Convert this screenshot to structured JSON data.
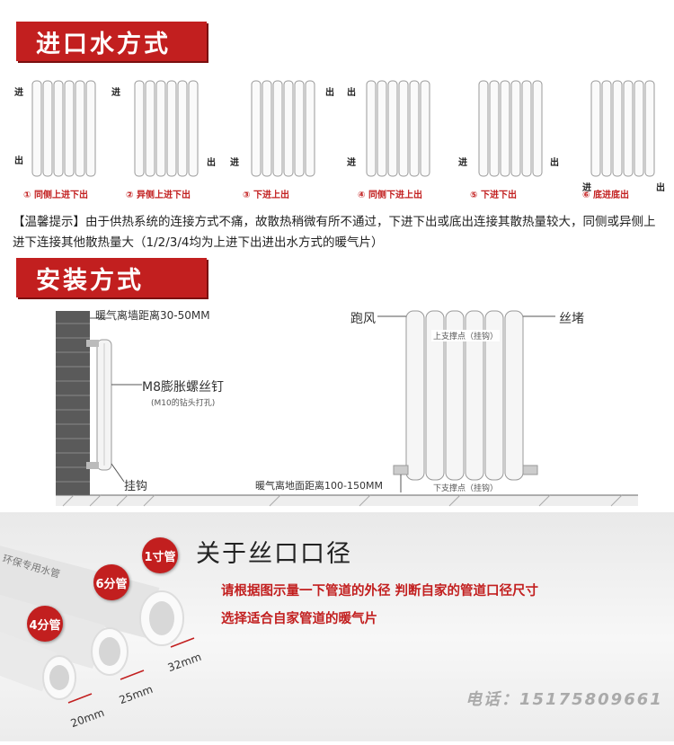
{
  "section1": {
    "title": "进口水方式"
  },
  "diagrams": [
    {
      "caption": "① 同侧上进下出",
      "top_left": "进",
      "bottom_left": "出",
      "top_right": "",
      "bottom_right": ""
    },
    {
      "caption": "② 异侧上进下出",
      "top_left": "",
      "bottom_left": "",
      "top_right": "",
      "bottom_right": "出",
      "top_left2": "进"
    },
    {
      "caption": "③ 下进上出",
      "top_left": "",
      "bottom_left": "进",
      "top_right": "出",
      "bottom_right": ""
    },
    {
      "caption": "④ 同侧下进上出",
      "top_left": "出",
      "bottom_left": "进",
      "top_right": "",
      "bottom_right": ""
    },
    {
      "caption": "⑤ 下进下出",
      "top_left": "",
      "bottom_left": "进",
      "top_right": "",
      "bottom_right": "出"
    },
    {
      "caption": "⑥ 底进底出",
      "top_left": "",
      "bottom_left": "进",
      "top_right": "",
      "bottom_right": "出"
    }
  ],
  "tip": {
    "text": "【温馨提示】由于供热系统的连接方式不痛，故散热稍微有所不通过，下进下出或底出连接其散热量较大，同侧或异侧上进下连接其他散热量大（1/2/3/4均为上进下出进出水方式的暖气片）"
  },
  "section2": {
    "title": "安装方式"
  },
  "install": {
    "wall_distance": "暖气离墙距离30-50MM",
    "bolt": "M8膨胀螺丝钉",
    "bolt_note": "(M10的钻头打孔)",
    "hook": "挂钩",
    "vent": "跑风",
    "plug": "丝堵",
    "upper_support": "上支撑点（挂钩）",
    "lower_support": "下支撑点（挂钩）",
    "floor_distance": "暖气离地面距离100-150MM"
  },
  "pipes": {
    "title": "关于丝口口径",
    "desc1": "请根据图示量一下管道的外径   判断自家的管道口径尺寸",
    "desc2": "选择适合自家管道的暖气片",
    "badges": [
      "1寸管",
      "6分管",
      "4分管"
    ],
    "sizes": [
      "32mm",
      "25mm",
      "20mm"
    ],
    "pipe_print": "环保专用水管"
  },
  "contact": {
    "phone": "电话：15175809661"
  }
}
